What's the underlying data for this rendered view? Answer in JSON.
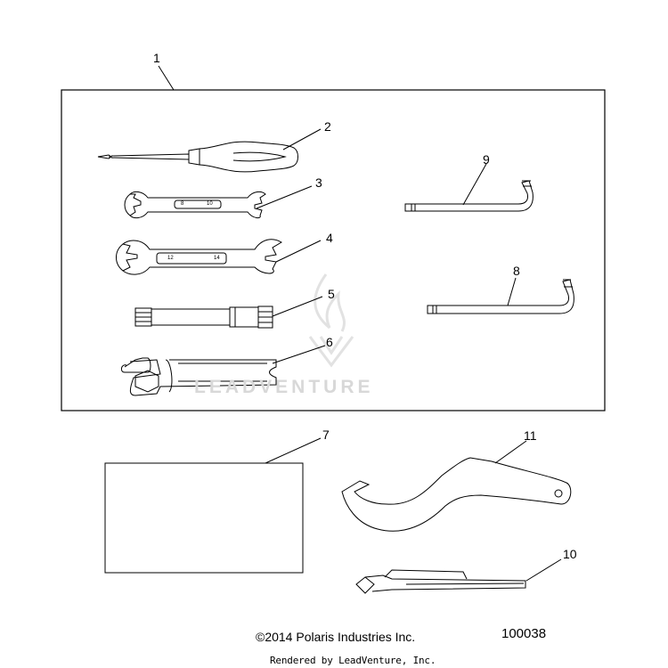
{
  "callouts": {
    "c1": "1",
    "c2": "2",
    "c3": "3",
    "c4": "4",
    "c5": "5",
    "c6": "6",
    "c7": "7",
    "c8": "8",
    "c9": "9",
    "c10": "10",
    "c11": "11"
  },
  "wrench_small_sizes": [
    "8",
    "10"
  ],
  "wrench_large_sizes": [
    "12",
    "14"
  ],
  "watermark": "LEADVENTURE",
  "footer": {
    "copyright": "©2014 Polaris Industries Inc.",
    "part_number": "100038",
    "rendered_by": "Rendered by LeadVenture, Inc."
  }
}
